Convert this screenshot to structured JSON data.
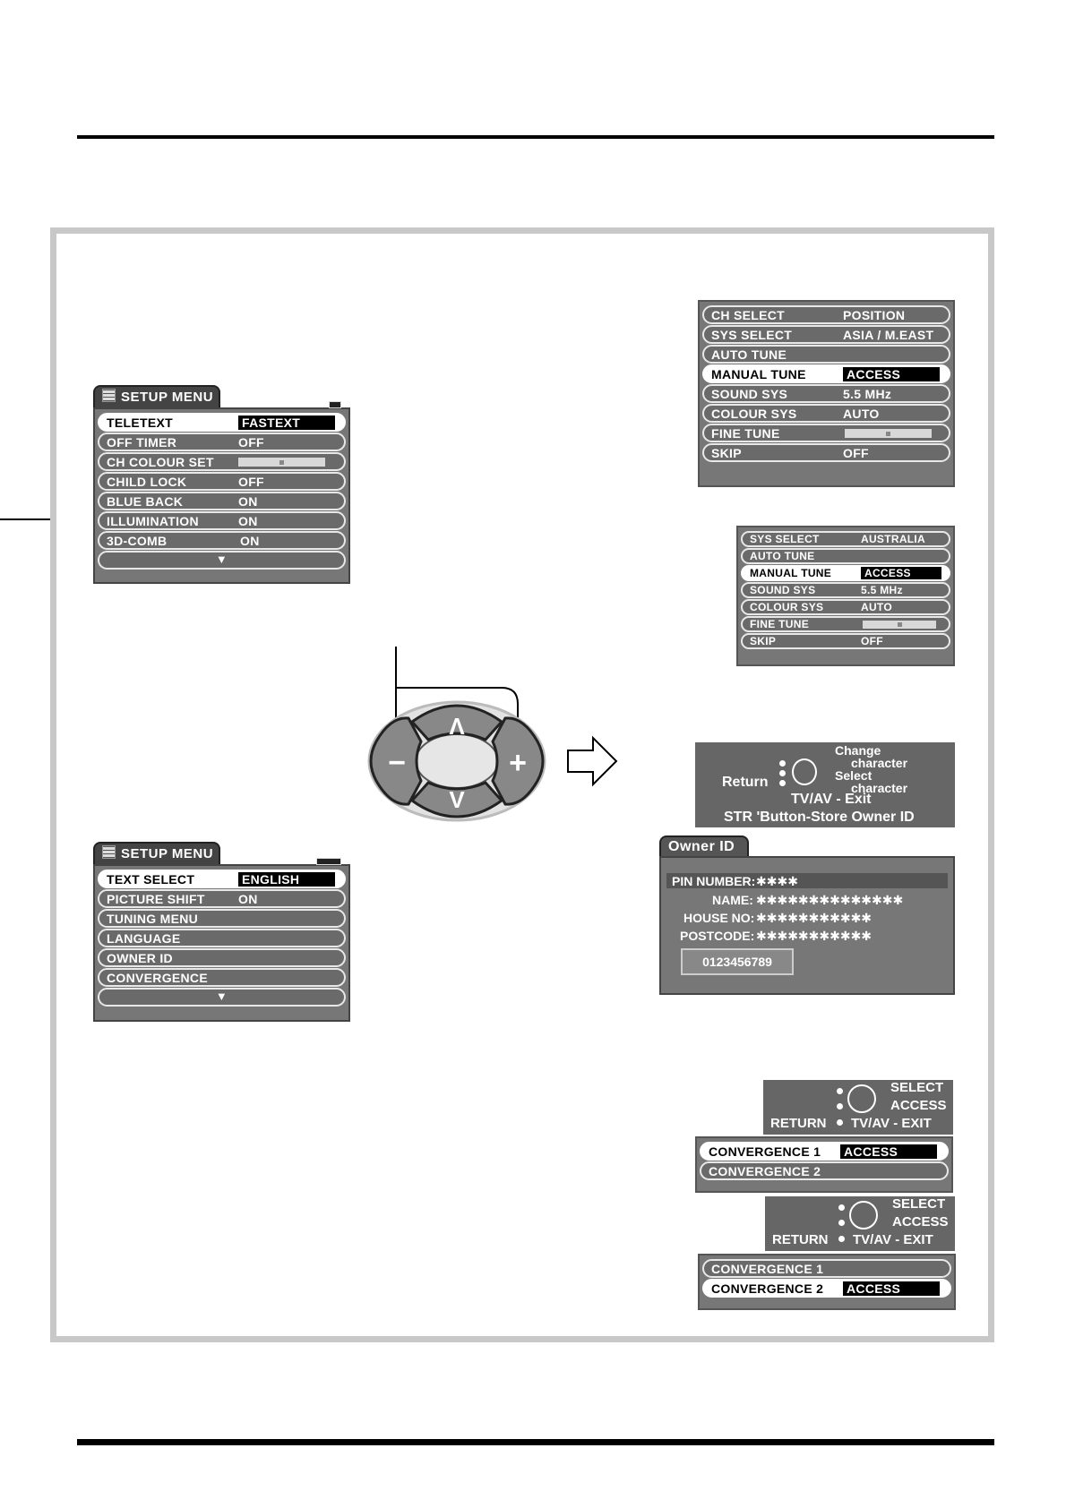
{
  "setup_menu_1": {
    "title": "SETUP MENU",
    "rows": [
      {
        "label": "TELETEXT",
        "value": "FASTEXT"
      },
      {
        "label": "OFF TIMER",
        "value": "OFF"
      },
      {
        "label": "CH COLOUR SET",
        "value": ""
      },
      {
        "label": "CHILD LOCK",
        "value": "OFF"
      },
      {
        "label": "BLUE BACK",
        "value": "ON"
      },
      {
        "label": "ILLUMINATION",
        "value": "ON"
      },
      {
        "label": "3D-COMB",
        "value": "ON"
      }
    ],
    "more": "▼",
    "ch_colour_level": 0.5
  },
  "setup_menu_2": {
    "title": "SETUP MENU",
    "rows": [
      {
        "label": "TEXT SELECT",
        "value": "ENGLISH"
      },
      {
        "label": "PICTURE SHIFT",
        "value": "ON"
      },
      {
        "label": "TUNING MENU",
        "value": ""
      },
      {
        "label": "LANGUAGE",
        "value": ""
      },
      {
        "label": "OWNER ID",
        "value": ""
      },
      {
        "label": "CONVERGENCE",
        "value": ""
      }
    ],
    "more": "▼"
  },
  "tuning_menu_asia": {
    "rows": [
      {
        "label": "CH SELECT",
        "value": "POSITION"
      },
      {
        "label": "SYS SELECT",
        "value": "ASIA / M.EAST"
      },
      {
        "label": "AUTO TUNE",
        "value": ""
      },
      {
        "label": "MANUAL TUNE",
        "value": "ACCESS"
      },
      {
        "label": "SOUND SYS",
        "value": "5.5 MHz"
      },
      {
        "label": "COLOUR SYS",
        "value": "AUTO"
      },
      {
        "label": "FINE TUNE",
        "value": ""
      },
      {
        "label": "SKIP",
        "value": "OFF"
      }
    ],
    "fine_tune_level": 0.5
  },
  "tuning_menu_australia": {
    "rows": [
      {
        "label": "SYS SELECT",
        "value": "AUSTRALIA"
      },
      {
        "label": "AUTO TUNE",
        "value": ""
      },
      {
        "label": "MANUAL TUNE",
        "value": "ACCESS"
      },
      {
        "label": "SOUND SYS",
        "value": "5.5 MHz"
      },
      {
        "label": "COLOUR SYS",
        "value": "AUTO"
      },
      {
        "label": "FINE TUNE",
        "value": ""
      },
      {
        "label": "SKIP",
        "value": "OFF"
      }
    ],
    "fine_tune_level": 0.5
  },
  "remote": {
    "minus": "−",
    "plus": "+",
    "up": "Λ",
    "down": "V"
  },
  "owner_help": {
    "change": "Change",
    "character1": "character",
    "select": "Select",
    "character2": "character",
    "return": "Return",
    "exit": "TV/AV - Exit",
    "store": "STR 'Button-Store Owner ID"
  },
  "owner_id": {
    "title": "Owner ID",
    "pin_label": "PIN NUMBER:",
    "pin_value": "✱✱✱✱",
    "name_label": "NAME:",
    "name_value": "✱✱✱✱✱✱✱✱✱✱✱✱✱✱",
    "house_label": "HOUSE NO:",
    "house_value": "✱✱✱✱✱✱✱✱✱✱✱",
    "post_label": "POSTCODE:",
    "post_value": "✱✱✱✱✱✱✱✱✱✱✱",
    "digits": "0123456789"
  },
  "conv_help_1": {
    "select": "SELECT",
    "access": "ACCESS",
    "return": "RETURN",
    "exit": "TV/AV - EXIT"
  },
  "conv_menu_1": {
    "row1": "CONVERGENCE 1",
    "row1_value": "ACCESS",
    "row2": "CONVERGENCE 2"
  },
  "conv_help_2": {
    "select": "SELECT",
    "access": "ACCESS",
    "return": "RETURN",
    "exit": "TV/AV - EXIT"
  },
  "conv_menu_2": {
    "row1": "CONVERGENCE 1",
    "row2": "CONVERGENCE 2",
    "row2_value": "ACCESS"
  }
}
